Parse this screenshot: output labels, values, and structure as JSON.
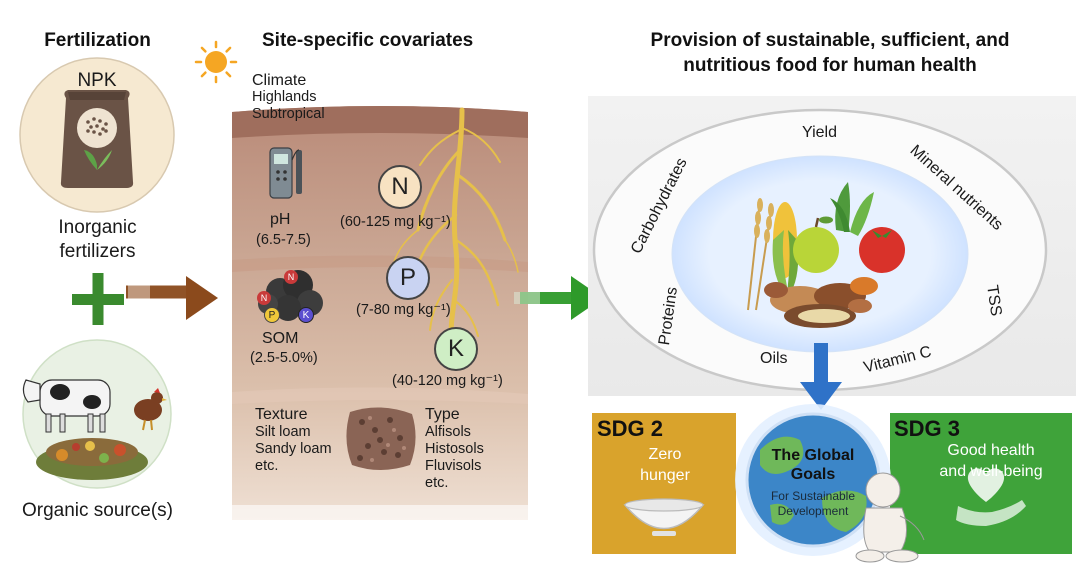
{
  "fertilization": {
    "title": "Fertilization",
    "npk_label": "NPK",
    "inorganic_label": "Inorganic\nfertilizers",
    "organic_label": "Organic source(s)"
  },
  "covariates": {
    "title": "Site-specific covariates",
    "climate": [
      "Climate",
      "Highlands",
      "Subtropical"
    ],
    "ph_label": "pH",
    "ph_range": "(6.5-7.5)",
    "som_label": "SOM",
    "som_range": "(2.5-5.0%)",
    "n_letter": "N",
    "n_range": "(60-125 mg kg⁻¹)",
    "p_letter": "P",
    "p_range": "(7-80 mg kg⁻¹)",
    "k_letter": "K",
    "k_range": "(40-120 mg kg⁻¹)",
    "texture": [
      "Texture",
      "Silt loam",
      "Sandy loam",
      "etc."
    ],
    "type": [
      "Type",
      "Alfisols",
      "Histosols",
      "Fluvisols",
      "etc."
    ],
    "som_particles": [
      "N",
      "N",
      "P",
      "K"
    ]
  },
  "provision": {
    "title": "Provision of sustainable, sufficient, and\nnutritious food for human health",
    "ring_labels": {
      "yield": "Yield",
      "carbohydrates": "Carbohydrates",
      "mineral": "Mineral nutrients",
      "proteins": "Proteins",
      "tss": "TSS",
      "oils": "Oils",
      "vitaminc": "Vitamin C"
    }
  },
  "sdg": {
    "sdg2_title": "SDG 2",
    "sdg2_text": "Zero\nhunger",
    "goals_title": "The Global\nGoals",
    "goals_sub": "For Sustainable\nDevelopment",
    "sdg3_title": "SDG 3",
    "sdg3_text": "Good health\nand well-being"
  },
  "colors": {
    "plus": "#3a8a2e",
    "arrow_brown": "#8b4a1c",
    "arrow_green": "#2e9a2a",
    "arrow_blue": "#2f72c8",
    "sdg2": "#d9a32c",
    "sdg3": "#3fa33a",
    "n_circle": "#f7e2c2",
    "p_circle": "#c9d3f2",
    "k_circle": "#cfeec5"
  }
}
